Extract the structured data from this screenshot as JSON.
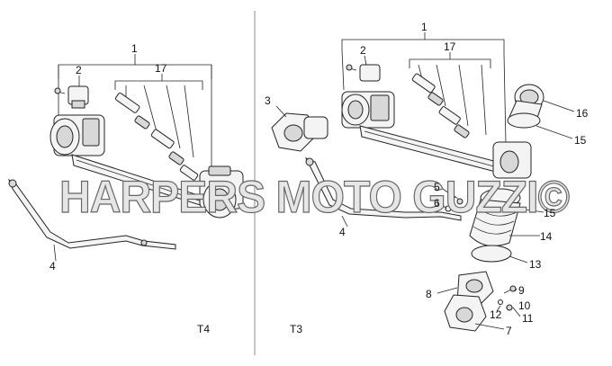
{
  "left_section": {
    "label": "T4"
  },
  "right_section": {
    "label": "T3"
  },
  "watermark": "HARPERS MOTO GUZZI©",
  "callouts_left": [
    "1",
    "2",
    "17",
    "4"
  ],
  "callouts_right": [
    "1",
    "2",
    "17",
    "3",
    "4",
    "5",
    "6",
    "16",
    "15",
    "15",
    "14",
    "13",
    "8",
    "9",
    "10",
    "11",
    "12",
    "7"
  ]
}
